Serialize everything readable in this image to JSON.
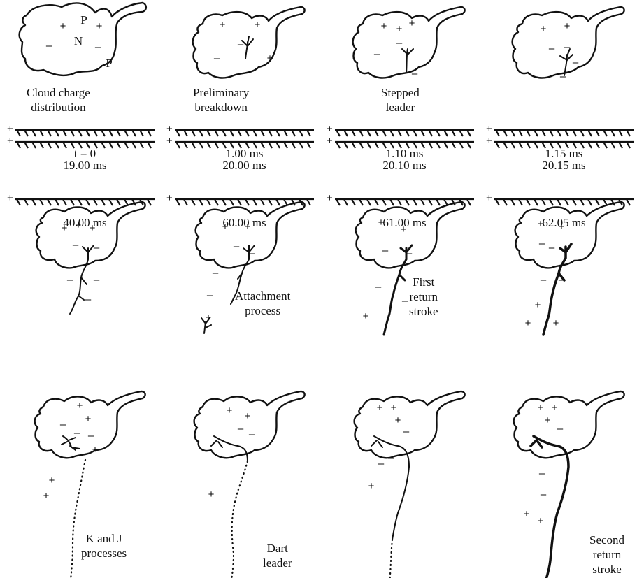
{
  "panels": [
    {
      "caption": [
        "Cloud charge",
        "distribution"
      ],
      "time": "t = 0",
      "cloud_labels": [
        "P",
        "N",
        "P"
      ],
      "charges": {
        "positive": 3,
        "negative": 2
      },
      "phase": "charge-distribution"
    },
    {
      "caption": [
        "Preliminary",
        "breakdown"
      ],
      "time": "1.00 ms",
      "phase": "preliminary-breakdown"
    },
    {
      "caption": [
        "Stepped",
        "leader"
      ],
      "time": "1.10 ms",
      "phase": "stepped-leader"
    },
    {
      "caption": [],
      "time": "1.15 ms",
      "phase": "stepped-leader"
    },
    {
      "caption": [],
      "time": "19.00 ms",
      "phase": "stepped-leader"
    },
    {
      "caption": [
        "Attachment",
        "process"
      ],
      "time": "20.00 ms",
      "phase": "attachment"
    },
    {
      "caption": [
        "First",
        "return",
        "stroke"
      ],
      "time": "20.10 ms",
      "phase": "first-return-stroke"
    },
    {
      "caption": [],
      "time": "20.15 ms",
      "phase": "first-return-stroke"
    },
    {
      "caption": [
        "K and J",
        "processes"
      ],
      "time": "40.00 ms",
      "phase": "k-and-j-processes"
    },
    {
      "caption": [
        "Dart",
        "leader"
      ],
      "time": "60.00 ms",
      "phase": "dart-leader"
    },
    {
      "caption": [],
      "time": "61.00 ms",
      "phase": "dart-leader"
    },
    {
      "caption": [
        "Second",
        "return",
        "stroke"
      ],
      "time": "62.05 ms",
      "phase": "second-return-stroke"
    }
  ],
  "symbols": {
    "positive": "+",
    "negative": "–"
  },
  "colors": {
    "ink": "#111111",
    "background": "#ffffff"
  }
}
